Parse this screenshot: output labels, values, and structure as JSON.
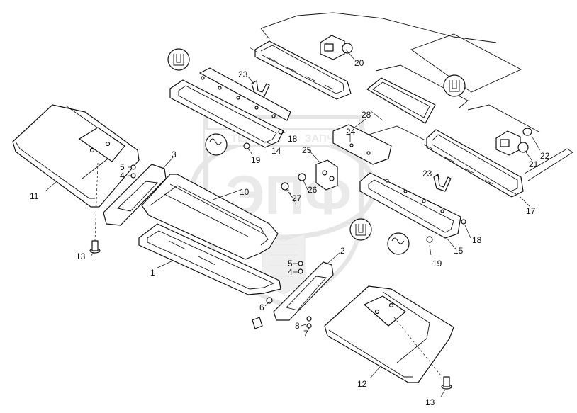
{
  "watermark": {
    "logo_letters": "ЭПФ",
    "banner_left": "ТЕХНИКА",
    "banner_right": "ЗАПЧАСТИ",
    "color": "#d0d0d0"
  },
  "callouts": [
    {
      "id": "c1",
      "label": "1"
    },
    {
      "id": "c2",
      "label": "2"
    },
    {
      "id": "c3",
      "label": "3"
    },
    {
      "id": "c4a",
      "label": "4"
    },
    {
      "id": "c4b",
      "label": "4"
    },
    {
      "id": "c5a",
      "label": "5"
    },
    {
      "id": "c5b",
      "label": "5"
    },
    {
      "id": "c6",
      "label": "6"
    },
    {
      "id": "c7",
      "label": "7"
    },
    {
      "id": "c8",
      "label": "8"
    },
    {
      "id": "c10",
      "label": "10"
    },
    {
      "id": "c11",
      "label": "11"
    },
    {
      "id": "c12",
      "label": "12"
    },
    {
      "id": "c13a",
      "label": "13"
    },
    {
      "id": "c13b",
      "label": "13"
    },
    {
      "id": "c14",
      "label": "14"
    },
    {
      "id": "c15",
      "label": "15"
    },
    {
      "id": "c17",
      "label": "17"
    },
    {
      "id": "c18a",
      "label": "18"
    },
    {
      "id": "c18b",
      "label": "18"
    },
    {
      "id": "c19a",
      "label": "19"
    },
    {
      "id": "c19b",
      "label": "19"
    },
    {
      "id": "c20",
      "label": "20"
    },
    {
      "id": "c21",
      "label": "21"
    },
    {
      "id": "c22",
      "label": "22"
    },
    {
      "id": "c23a",
      "label": "23"
    },
    {
      "id": "c23b",
      "label": "23"
    },
    {
      "id": "c24",
      "label": "24"
    },
    {
      "id": "c25",
      "label": "25"
    },
    {
      "id": "c26",
      "label": "26"
    },
    {
      "id": "c27",
      "label": "27"
    },
    {
      "id": "c28",
      "label": "28"
    }
  ]
}
